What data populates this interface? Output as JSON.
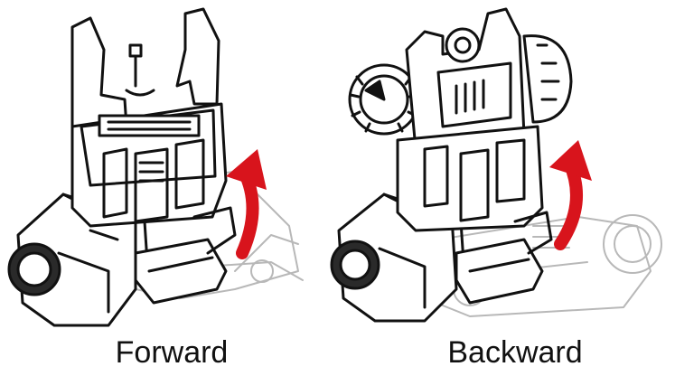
{
  "panels": [
    {
      "id": "forward",
      "label": "Forward"
    },
    {
      "id": "backward",
      "label": "Backward"
    }
  ],
  "colors": {
    "line": "#111111",
    "ghost": "#b8b8b8",
    "arrow": "#d8141c",
    "background": "#ffffff"
  },
  "icons": [
    "flip-arrow-icon"
  ]
}
